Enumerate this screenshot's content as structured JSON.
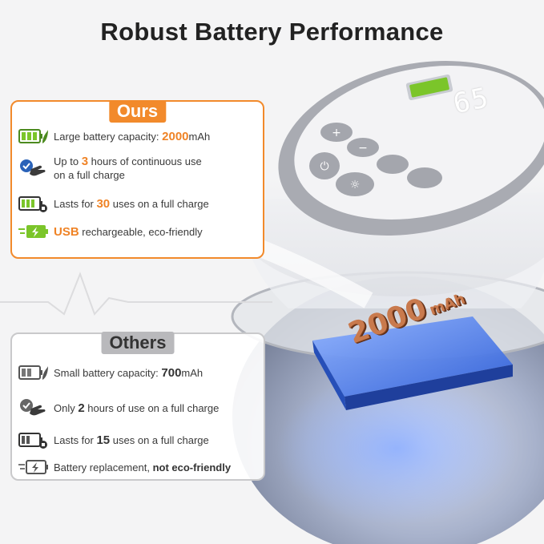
{
  "title": "Robust Battery Performance",
  "ours": {
    "label": "Ours",
    "items": [
      {
        "icon": "battery-leaf-icon",
        "pre": "Large battery capacity: ",
        "value": "2000",
        "post": "mAh"
      },
      {
        "icon": "hand-touch-icon",
        "pre": "Up to ",
        "value": "3",
        "post": " hours of continuous use",
        "line2": "on a full charge"
      },
      {
        "icon": "battery-plug-icon",
        "pre": "Lasts for ",
        "value": "30",
        "post": " uses on a full charge"
      },
      {
        "icon": "battery-charging-icon",
        "pre": "",
        "value": "USB",
        "post": " rechargeable, eco-friendly"
      }
    ]
  },
  "others": {
    "label": "Others",
    "items": [
      {
        "icon": "battery-leaf-icon",
        "pre": "Small battery capacity: ",
        "value": "700",
        "post": "mAh"
      },
      {
        "icon": "hand-touch-icon",
        "pre": "Only ",
        "value": "2",
        "post": " hours of use on a full charge"
      },
      {
        "icon": "battery-plug-icon",
        "pre": "Lasts for ",
        "value": "15",
        "post": " uses on a full charge"
      },
      {
        "icon": "battery-charging-icon",
        "pre": "Battery replacement, ",
        "value": "not eco-friendly",
        "post": ""
      }
    ]
  },
  "device": {
    "battery_label_top": "2000",
    "battery_label_bottom": "mAh",
    "display_digits": "65"
  },
  "colors": {
    "accent": "#f28a2b",
    "others_tag": "#b9b9bc",
    "battery_green": "#7bc52a"
  }
}
